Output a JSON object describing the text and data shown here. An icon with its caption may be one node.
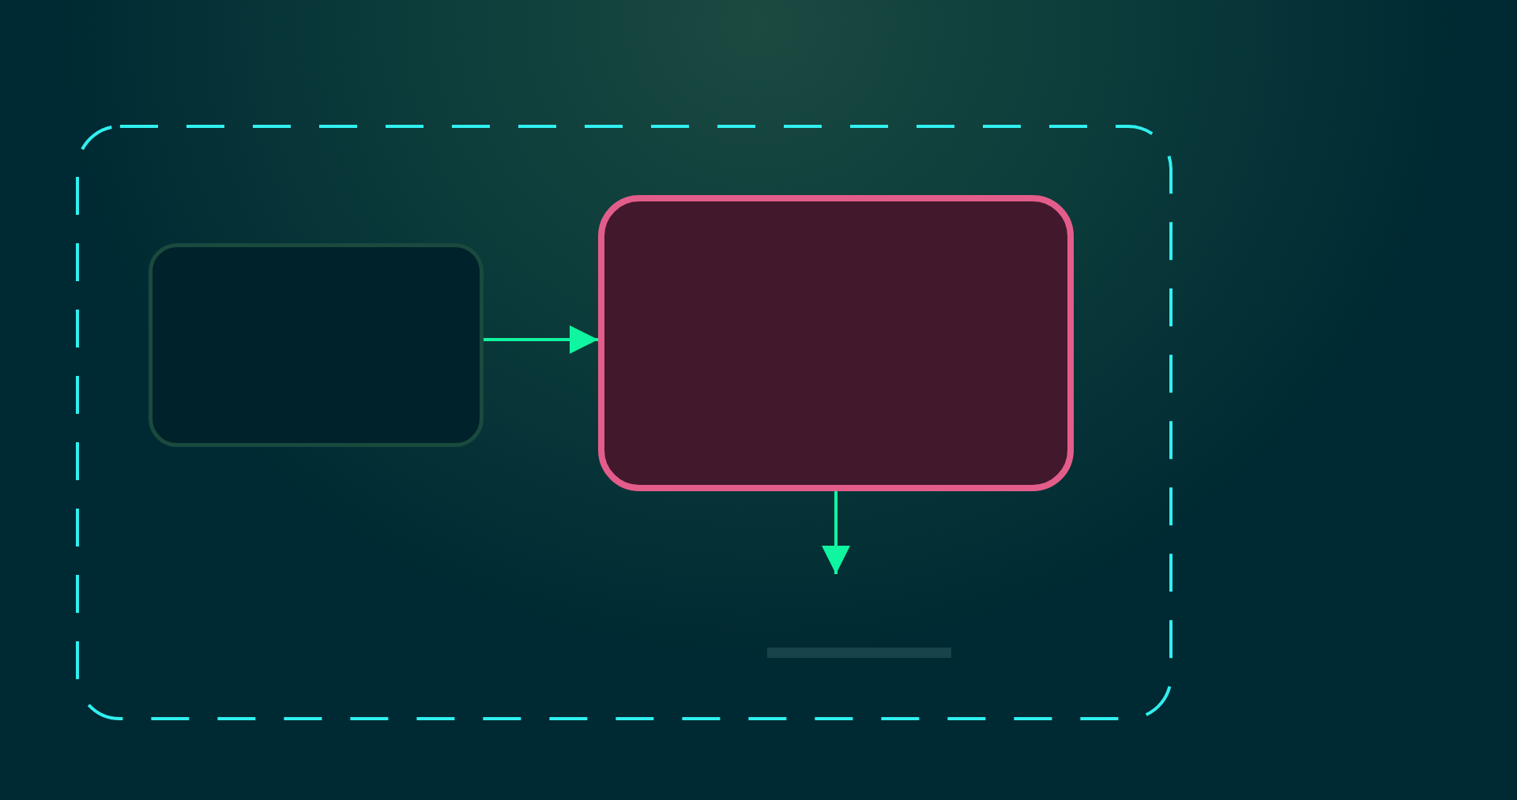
{
  "diagram": {
    "nodes": [
      {
        "text": [],
        "shape": "box"
      },
      {
        "text": [],
        "shape": "box",
        "in": 0
      },
      {
        "text": [],
        "shape": "box",
        "in": 0
      }
    ],
    "edges": [
      {
        "from": 1,
        "to": 2,
        "arrow": "to"
      },
      {
        "from": 2,
        "to": null,
        "arrow": "to"
      }
    ]
  }
}
